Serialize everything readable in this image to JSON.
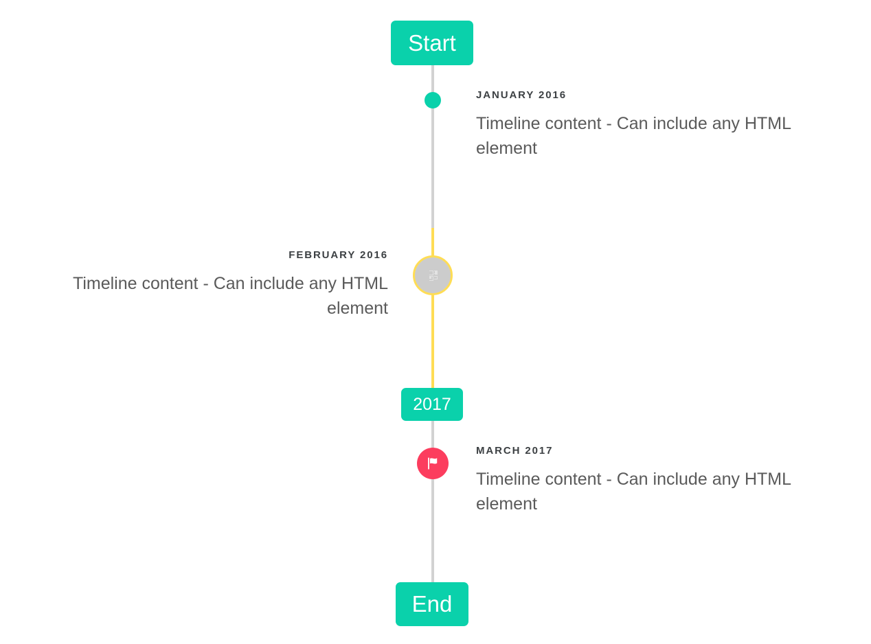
{
  "timeline": {
    "start_badge": {
      "label": "Start"
    },
    "year_badge": {
      "label": "2017"
    },
    "end_badge": {
      "label": "End"
    },
    "events": [
      {
        "date": "JANUARY 2016",
        "text": "Timeline content - Can include any HTML element",
        "side": "right",
        "marker": "dot-icon",
        "marker_color": "#0ad1ab"
      },
      {
        "date": "FEBRUARY 2016",
        "text": "Timeline content - Can include any HTML element",
        "side": "left",
        "marker": "missing-glyph-icon",
        "marker_color": "#cccccc",
        "marker_ring_color": "#ffdd55"
      },
      {
        "date": "MARCH 2017",
        "text": "Timeline content - Can include any HTML element",
        "side": "right",
        "marker": "flag-icon",
        "marker_color": "#fc3d5e"
      }
    ],
    "colors": {
      "accent_teal": "#0ad1ab",
      "highlight_yellow": "#ffdd55",
      "flag_pink": "#fc3d5e",
      "line_gray": "#d2d2d2",
      "marker_gray": "#cccccc",
      "date_text": "#3c4043",
      "body_text": "#5a5a5a",
      "background": "#ffffff"
    }
  }
}
